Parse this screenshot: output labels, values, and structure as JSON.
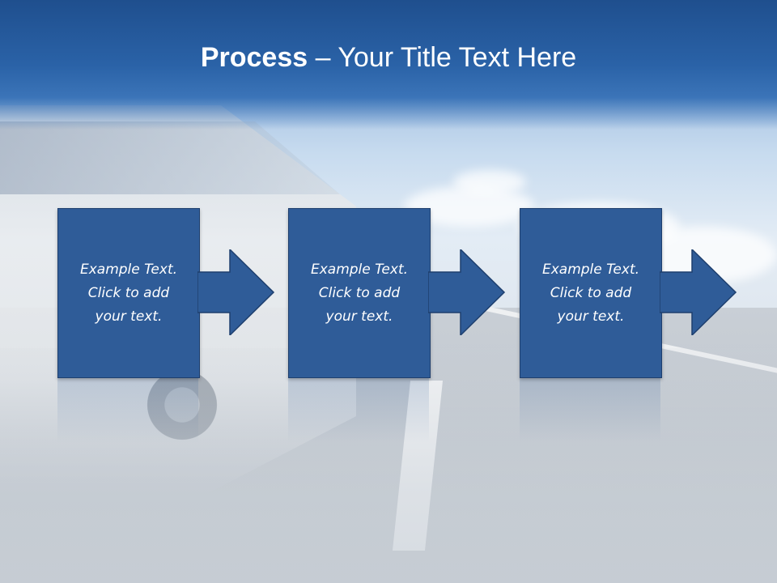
{
  "slide": {
    "title_bold": "Process",
    "title_rest": " – Your Title Text Here",
    "steps": [
      {
        "text": "Example Text.\nClick  to add\nyour text."
      },
      {
        "text": "Example Text.\nClick  to add\nyour text."
      },
      {
        "text": "Example Text.\nClick  to add\nyour text."
      }
    ],
    "colors": {
      "title_band": "#2a62a7",
      "box_fill": "#2f5c98",
      "box_border": "#1e3f6e",
      "text": "#ffffff"
    }
  }
}
